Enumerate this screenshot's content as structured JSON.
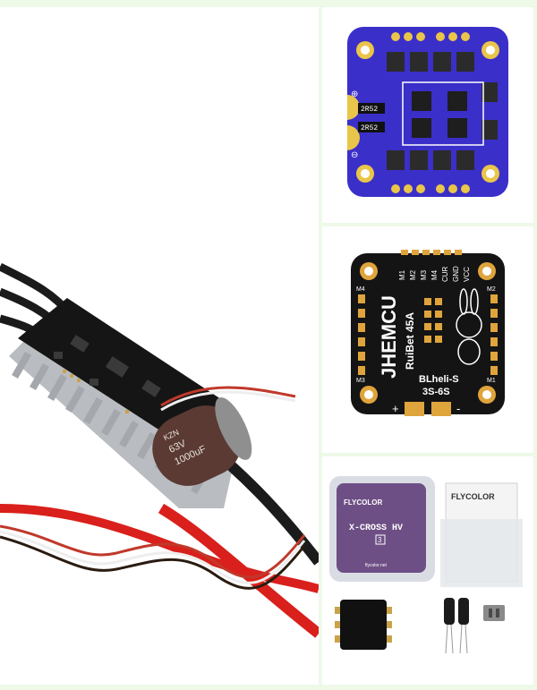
{
  "grid": {
    "background": "#eef9e8",
    "panel_bg": "#ffffff"
  },
  "esc_main": {
    "capacitor_text_1": "63V",
    "capacitor_text_2": "1000uF",
    "capacitor_text_3": "KZN"
  },
  "esc_blue": {
    "resistor_1": "2R52",
    "resistor_2": "2R52",
    "board_color": "#3b2fc9",
    "pad_color": "#e9c54a",
    "plus_symbol": "⊕",
    "minus_symbol": "⊖"
  },
  "esc_black": {
    "brand": "JHEMCU",
    "model": "RuiBet 45A",
    "firmware": "BLheli-S",
    "voltage": "3S-6S",
    "pins": [
      "M1",
      "M2",
      "M3",
      "M4",
      "CUR",
      "GND",
      "VCC"
    ],
    "corner_labels": [
      "M4",
      "M1",
      "M3",
      "M2"
    ],
    "plus": "+",
    "minus": "-"
  },
  "esc_flycolor": {
    "box_logo": "FLYCOLOR",
    "box_title": "X-CROSS HV",
    "box_sub": "3",
    "paper_logo": "FLYCOLOR",
    "box_url": "flycolor.net"
  }
}
